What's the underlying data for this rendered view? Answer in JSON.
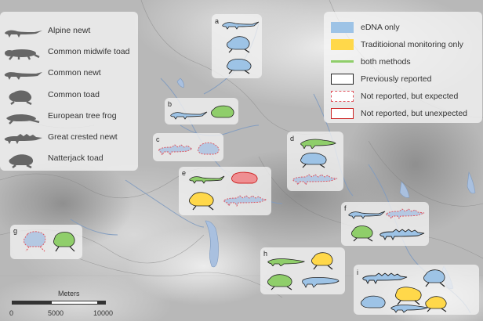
{
  "species_legend": [
    {
      "icon": "alpine-newt-icon",
      "label": "Alpine newt"
    },
    {
      "icon": "common-midwife-toad-icon",
      "label": "Common midwife toad"
    },
    {
      "icon": "common-newt-icon",
      "label": "Common newt"
    },
    {
      "icon": "common-toad-icon",
      "label": "Common toad"
    },
    {
      "icon": "european-tree-frog-icon",
      "label": "European tree frog"
    },
    {
      "icon": "great-crested-newt-icon",
      "label": "Great crested newt"
    },
    {
      "icon": "natterjack-toad-icon",
      "label": "Natterjack toad"
    }
  ],
  "method_legend": [
    {
      "label": "eDNA only",
      "color": "#9dc3e6"
    },
    {
      "label": "Traditioional monitoring only",
      "color": "#ffd84a"
    },
    {
      "label": "both methods",
      "color": "#8fce6a"
    },
    {
      "label": "Previously reported",
      "style": "solid-black"
    },
    {
      "label": "Not reported, but expected",
      "style": "dashed-red"
    },
    {
      "label": "Not reported, but unexpected",
      "style": "solid-red"
    }
  ],
  "colors": {
    "edna": "#9dc3e6",
    "traditional": "#ffd84a",
    "both": "#8fce6a",
    "expected_border": "#e0505a",
    "unexpected_border": "#cc2222",
    "reported_border": "#222222",
    "dashed_fill": "#b4c8e2"
  },
  "sites": [
    {
      "letter": "a"
    },
    {
      "letter": "b"
    },
    {
      "letter": "c"
    },
    {
      "letter": "d"
    },
    {
      "letter": "e"
    },
    {
      "letter": "f"
    },
    {
      "letter": "g"
    },
    {
      "letter": "h"
    },
    {
      "letter": "i"
    }
  ],
  "scale_bar": {
    "title": "Meters",
    "ticks": [
      "0",
      "5000",
      "10000"
    ]
  }
}
